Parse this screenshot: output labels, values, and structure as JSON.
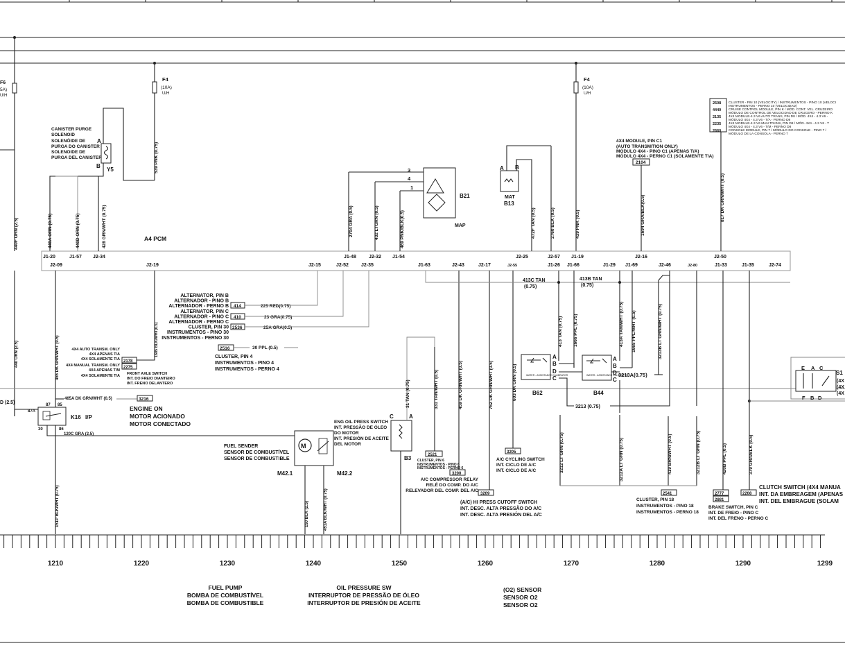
{
  "fuses": {
    "f4a": {
      "name": "F4",
      "rating": "(10A)",
      "sub": "U/H"
    },
    "f4b": {
      "name": "F4",
      "rating": "(10A)",
      "sub": "U/H"
    },
    "f6": {
      "name": "F6",
      "rating": "5A)",
      "sub": "U/H"
    }
  },
  "pcm": {
    "title": "A4 PCM",
    "top_pins": [
      "J1-20",
      "J1-57",
      "J2-34",
      "J1-48",
      "J2-32",
      "J1-54",
      "J2-25",
      "J2-57",
      "J1-19",
      "J2-16",
      "J2-50"
    ],
    "bottom_pins": [
      "J2-09",
      "J2-19",
      "J2-15",
      "J2-52",
      "J2-35",
      "J1-63",
      "J2-43",
      "J2-17",
      "J2-55",
      "J1-26",
      "J1-66",
      "J1-29",
      "J1-69",
      "J2-46",
      "J2-80",
      "J1-33",
      "J1-35",
      "J2-74"
    ]
  },
  "wires_top": [
    "440A ORN (0.75)",
    "440D ORN (0.75)",
    "428 GRN/WHT (0.75)",
    "2704 GRA (0.5)",
    "432 LTGRN (0.5)",
    "469 PNK/BLK(0.5)",
    "472F TAN (0.5)",
    "2760 BLK (0.5)",
    "439 PNK (0.5)",
    "1694 GRA/BLK(0.5)",
    "817 DK GRN/WHT (0.5)",
    "539 PNK (0.75)",
    "440F ORN (2.5)"
  ],
  "canister": {
    "label": [
      "CANISTER PURGE",
      "SOLENOID",
      "SOLENÓIDE DE",
      "PURGA DO CANISTER",
      "SOLENOIDE DE",
      "PURGA DEL CANISTER"
    ],
    "id": "Y5",
    "pin_a": "A",
    "pin_b": "B"
  },
  "map": {
    "id": "B21",
    "label": "MAP",
    "pins": [
      "3",
      "4",
      "1"
    ]
  },
  "mat": {
    "id": "B13",
    "label": "MAT",
    "pin_a": "A",
    "pin_b": "B"
  },
  "module_4x4": {
    "lines": [
      "4X4 MODULE, PIN C1",
      "(AUTO TRANSMITION ONLY)",
      "MÓDULO 4X4 - PINO C1 (APENAS T/A)",
      "MÓDULO 4X4 - PERNO C1 (SOLAMENTE T/A)"
    ],
    "ref": "2104"
  },
  "ref_table": [
    {
      "code": "2508",
      "text": "CLUSTER - PIN 10 (VELOCITY) / INSTRUMENTOS - PINO 10 (VELOCI"
    },
    {
      "code": "",
      "text": "INSTRUMENTOS - PERNO 10 (VELOCIDAD)"
    },
    {
      "code": "4440",
      "text": "CRUISE CONTROL MODULE, PIN K / MÓD. CONT. VEL. CRUZEIRO"
    },
    {
      "code": "",
      "text": "MÓDULO DE CONTROL DE VELOCIDAD DE CRUCERO - PERNO K"
    },
    {
      "code": "2135",
      "text": "4X4 MODULE-4.3 V6 AUTO TRANS, PIN D8 / MÓD. 4X4 - 4.3 V6 -"
    },
    {
      "code": "",
      "text": "MÓDULO 4X4 - 4.3 V6 - T/A - PERNO D8"
    },
    {
      "code": "2235",
      "text": "4X4 MODULE-4.3 V6 MAN TRANS, PIN D8 / MÓD. 4X4 - 4.3 V6 - T"
    },
    {
      "code": "",
      "text": "MÓDULO 4X4 - 4.3 V6 - T/M - PERNO D8"
    },
    {
      "code": "2660",
      "text": "CONSOLE MODULE, PIN 7 / MÓDULO DO CONSOLE - PINO 7 /"
    },
    {
      "code": "",
      "text": "MÓDULO DE LA CONSOLA - PERNO 7"
    }
  ],
  "alternator": {
    "lines": [
      "ALTERNATOR, PIN B",
      "ALTERNADOR - PINO B",
      "ALTERNADOR - PERNO B",
      "ALTERNATOR, PIN C",
      "ALTERNADOR - PINO C",
      "ALTERNADOR - PERNO C",
      "CLUSTER, PIN 30",
      "INSTRUMENTOS - PINO 30",
      "INSTRUMENTOS - PERNO 30"
    ],
    "refs": [
      "414",
      "410",
      "2536"
    ],
    "wires": [
      "225 RED(0.75)",
      "23 GRA(0.75)",
      "25A GRA(0.5)"
    ]
  },
  "cluster4": {
    "ref": "2516",
    "wire": "30 PPL (0.5)",
    "lines": [
      "CLUSTER, PIN 4",
      "INSTRUMENTOS - PINO 4",
      "INSTRUMENTOS - PERNO 4"
    ]
  },
  "auto_4x4": {
    "lines": [
      "4X4 AUTO TRANSM. ONLY",
      "4X4 APENAS T/A",
      "4X4 SOLAMENTE T/A",
      "4X4 MANUAL TRANSM. ONLY",
      "4X4 APENAS T/M",
      "4X4 SOLAMENTE T/A"
    ],
    "refs": [
      "2178",
      "2275"
    ],
    "front_axle": [
      "FRONT AXLE SWITCH",
      "INT. DO FREIO DIANTEIRO",
      "INT. FRENO DELANTERO"
    ],
    "wire": "1685 BLK/WHT(0.5)"
  },
  "relay_k16": {
    "id": "K16",
    "sub": "I/P",
    "pins": [
      "87A",
      "87",
      "85",
      "30",
      "86"
    ],
    "wires": [
      "D (2.5)",
      "465A DK GRN/WHT (0.5)",
      "120C GRA (2.5)",
      "440 ORN (2.5)",
      "465 DK GRN/WHT (0.5)",
      "151P BLK/WHT (0.75)"
    ],
    "ref": "3216",
    "engine_on": [
      "ENGINE ON",
      "MOTOR ACIONADO",
      "MOTOR CONECTADO"
    ]
  },
  "fuel_sender": {
    "lines": [
      "FUEL SENDER",
      "SENSOR DE COMBUSTÍVEL",
      "SENSOR DE COMBUSTIBLE"
    ],
    "m1": "M42.1",
    "m2": "M42.2",
    "motor": "M",
    "wires": [
      "150 BLK (2.5)",
      "451A BLK/WHT (0.75)"
    ]
  },
  "oil_switch": {
    "lines": [
      "ENG OIL PRESS SWITCH",
      "INT. PRESSÃO DE ÓLEO",
      "DO MOTOR",
      "INT. PRESIÓN DE ACEITE",
      "DEL MOTOR"
    ],
    "id": "B3",
    "pin_c": "C",
    "pin_a": "A",
    "wire": "31 TAN (0.75)"
  },
  "ac_relay": {
    "wire_331": "331 TAN/WHT (0.5)",
    "wire_459": "459 DK GRN/WHT (0.5)",
    "wire_762": "762 DK GRN/WHT (0.5)",
    "ref_2521": "2521",
    "cluster6": [
      "CLUSTER, PIN 6",
      "INSTRUMENTOS - PINO 6",
      "INSTRUMENTOS - PERNO 6"
    ],
    "ref_3200": "3200",
    "lines": [
      "A/C COMPRESSOR RELAY",
      "RELÉ DO COMP. DO A/C",
      "RELEVADOR DEL COMP. DEL A/C"
    ],
    "ref_3209": "3209",
    "hi_press": [
      "(A/C) HI PRESS CUTOFF SWITCH",
      "INT. DESC. ALTA PRESSÃO DO A/C",
      "INT. DESC. ALTA PRESIÓN DEL A/C"
    ]
  },
  "ac_cycling": {
    "wire": "603 DK GRN (0.5)",
    "ref": "3205",
    "lines": [
      "A/C CYCLING SWITCH",
      "INT. CICLO DE A/C",
      "INT. CICLO DE A/C"
    ]
  },
  "b62": {
    "id": "B62",
    "pins": [
      "A",
      "B",
      "D",
      "C"
    ],
    "label": "WATER - ASSISTANCE CALIBRATOR"
  },
  "b44": {
    "id": "B44",
    "pins": [
      "A",
      "B",
      "D",
      "C"
    ],
    "label": "WATER - ASSISTANCE CALIBRATOR"
  },
  "tan_wires": {
    "w413c": "413C TAN",
    "w413c_size": "(0.75)",
    "w413b": "413B TAN",
    "w413b_size": "(0.75)",
    "w413": "413 TAN (0.75)",
    "w1666": "1666 PPL (0.75)",
    "w413a": "413A TAN/WHT (0.75)",
    "w1665": "1665 PPL/WHT (0.5)",
    "w3213b": "3213B LT GRN/WHT (0.75)",
    "w3213a": "3213A(0.75)",
    "w3213": "3213 (0.75)"
  },
  "bottom_wires": [
    "3212 LT GRN (0.75)",
    "3212A LT GRN (0.75)",
    "419 BRN/WHT (0.5)",
    "3212B LT GRN (0.75)",
    "420B PPL (0.5)",
    "379 GRA/BLK (0.5)"
  ],
  "cluster18": {
    "ref": "2541",
    "lines": [
      "CLUSTER, PIN 18",
      "INSTRUMENTOS - PINO 18",
      "INSTRUMENTOS - PERNO 18"
    ]
  },
  "brake": {
    "refs": [
      "2777",
      "2881"
    ],
    "lines": [
      "BRAKE SWITCH, PIN C",
      "INT. DE FREIO - PINO C",
      "INT. DEL FRENO - PERNO C"
    ]
  },
  "clutch": {
    "ref": "2208",
    "lines": [
      "CLUTCH SWITCH (4X4 MANUA",
      "INT. DA EMBREAGEM (APENAS",
      "INT. DEL EMBRAGUE (SOLAM"
    ]
  },
  "s1": {
    "id": "S1",
    "pins_top": [
      "E",
      "A",
      "C"
    ],
    "pins_bottom": [
      "F",
      "B",
      "D"
    ],
    "side": [
      "(4X",
      "(4X",
      "(4X"
    ]
  },
  "ruler": [
    "1210",
    "1220",
    "1230",
    "1240",
    "1250",
    "1260",
    "1270",
    "1280",
    "1290",
    "1299"
  ],
  "footer": {
    "fuel_pump": [
      "FUEL PUMP",
      "BOMBA DE COMBUSTÍVEL",
      "BOMBA DE COMBUSTIBLE"
    ],
    "oil_sw": [
      "OIL PRESSURE SW",
      "INTERRUPTOR DE PRESSÃO DE ÓLEO",
      "INTERRUPTOR DE PRESIÓN DE ACEITE"
    ],
    "o2": [
      "(O2) SENSOR",
      "SENSOR O2",
      "SENSOR O2"
    ]
  }
}
